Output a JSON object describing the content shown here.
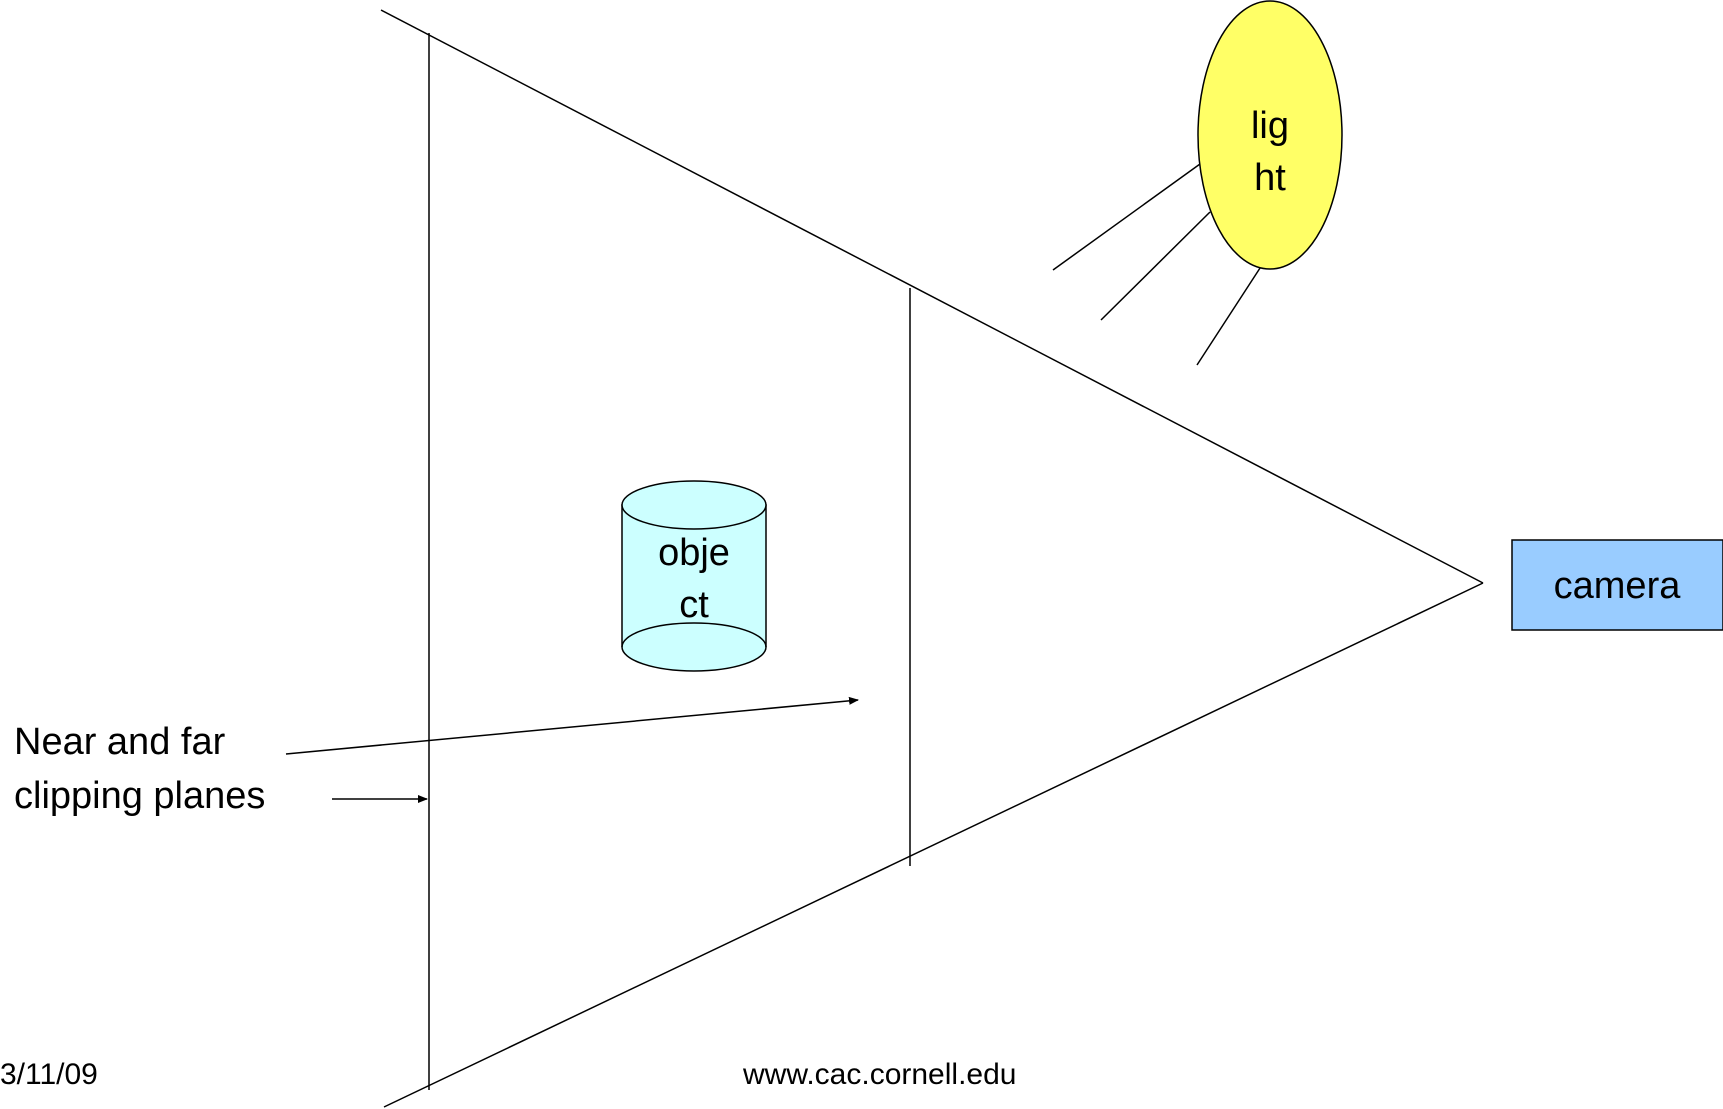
{
  "diagram": {
    "object_label": [
      "obje",
      "ct"
    ],
    "light_label": [
      "lig",
      "ht"
    ],
    "camera_label": "camera",
    "callout_label": [
      "Near and far",
      "clipping planes"
    ]
  },
  "footer": {
    "date": "3/11/09",
    "url": "www.cac.cornell.edu"
  },
  "colors": {
    "object_fill": "#ccffff",
    "light_fill": "#ffff66",
    "camera_fill": "#99ccff",
    "line": "#000000"
  }
}
